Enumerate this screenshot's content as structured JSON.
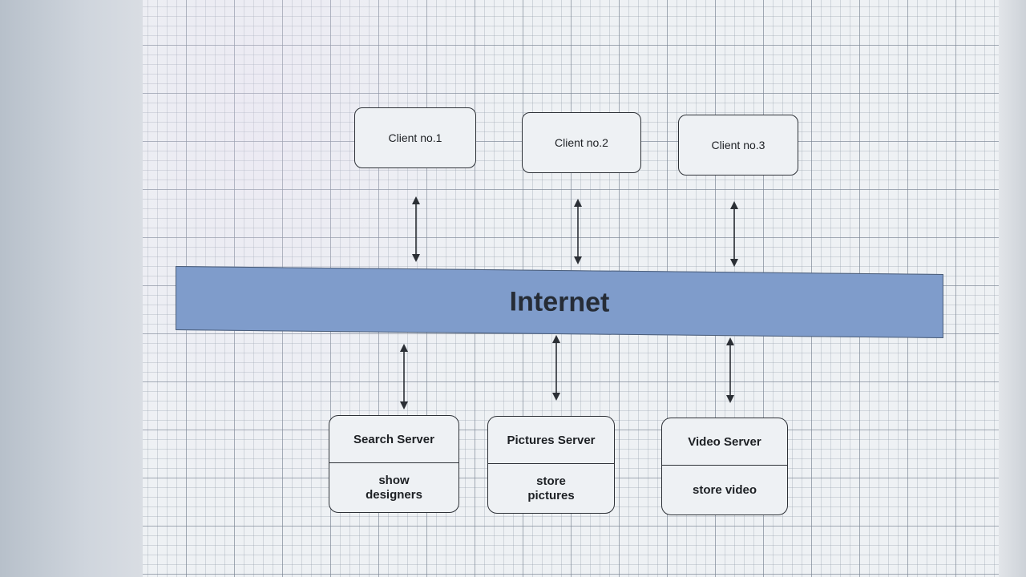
{
  "diagram": {
    "clients": [
      {
        "label": "Client no.1"
      },
      {
        "label": "Client no.2"
      },
      {
        "label": "Client no.3"
      }
    ],
    "network": {
      "label": "Internet"
    },
    "servers": [
      {
        "title": "Search Server",
        "description": "show\ndesigners"
      },
      {
        "title": "Pictures Server",
        "description": "store\npictures"
      },
      {
        "title": "Video Server",
        "description": "store video"
      }
    ],
    "connections": [
      {
        "from": "Client no.1",
        "to": "Internet",
        "direction": "bidirectional"
      },
      {
        "from": "Client no.2",
        "to": "Internet",
        "direction": "bidirectional"
      },
      {
        "from": "Client no.3",
        "to": "Internet",
        "direction": "bidirectional"
      },
      {
        "from": "Internet",
        "to": "Search Server",
        "direction": "bidirectional"
      },
      {
        "from": "Internet",
        "to": "Pictures Server",
        "direction": "bidirectional"
      },
      {
        "from": "Internet",
        "to": "Video Server",
        "direction": "bidirectional"
      }
    ],
    "colors": {
      "network_fill": "#7f9ccb",
      "box_border": "#2e3238",
      "grid_background": "#eef1f4"
    }
  }
}
